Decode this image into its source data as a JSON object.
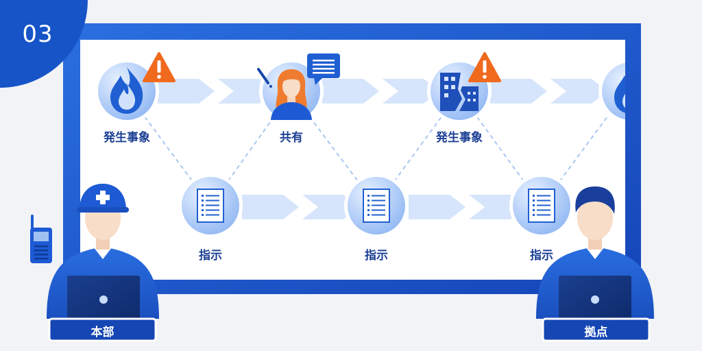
{
  "step_number": "03",
  "flow": {
    "top_labels": [
      "発生事象",
      "共有",
      "発生事象"
    ],
    "bottom_labels": [
      "指示",
      "指示",
      "指示"
    ]
  },
  "roles": {
    "left": "本部",
    "right": "拠点"
  },
  "colors": {
    "frame_blue": "#1d5cd6",
    "badge_blue": "#1654c8",
    "arrow_light": "#d8e6fb",
    "warning_orange": "#f06a1e",
    "label_navy": "#1b3f94"
  }
}
